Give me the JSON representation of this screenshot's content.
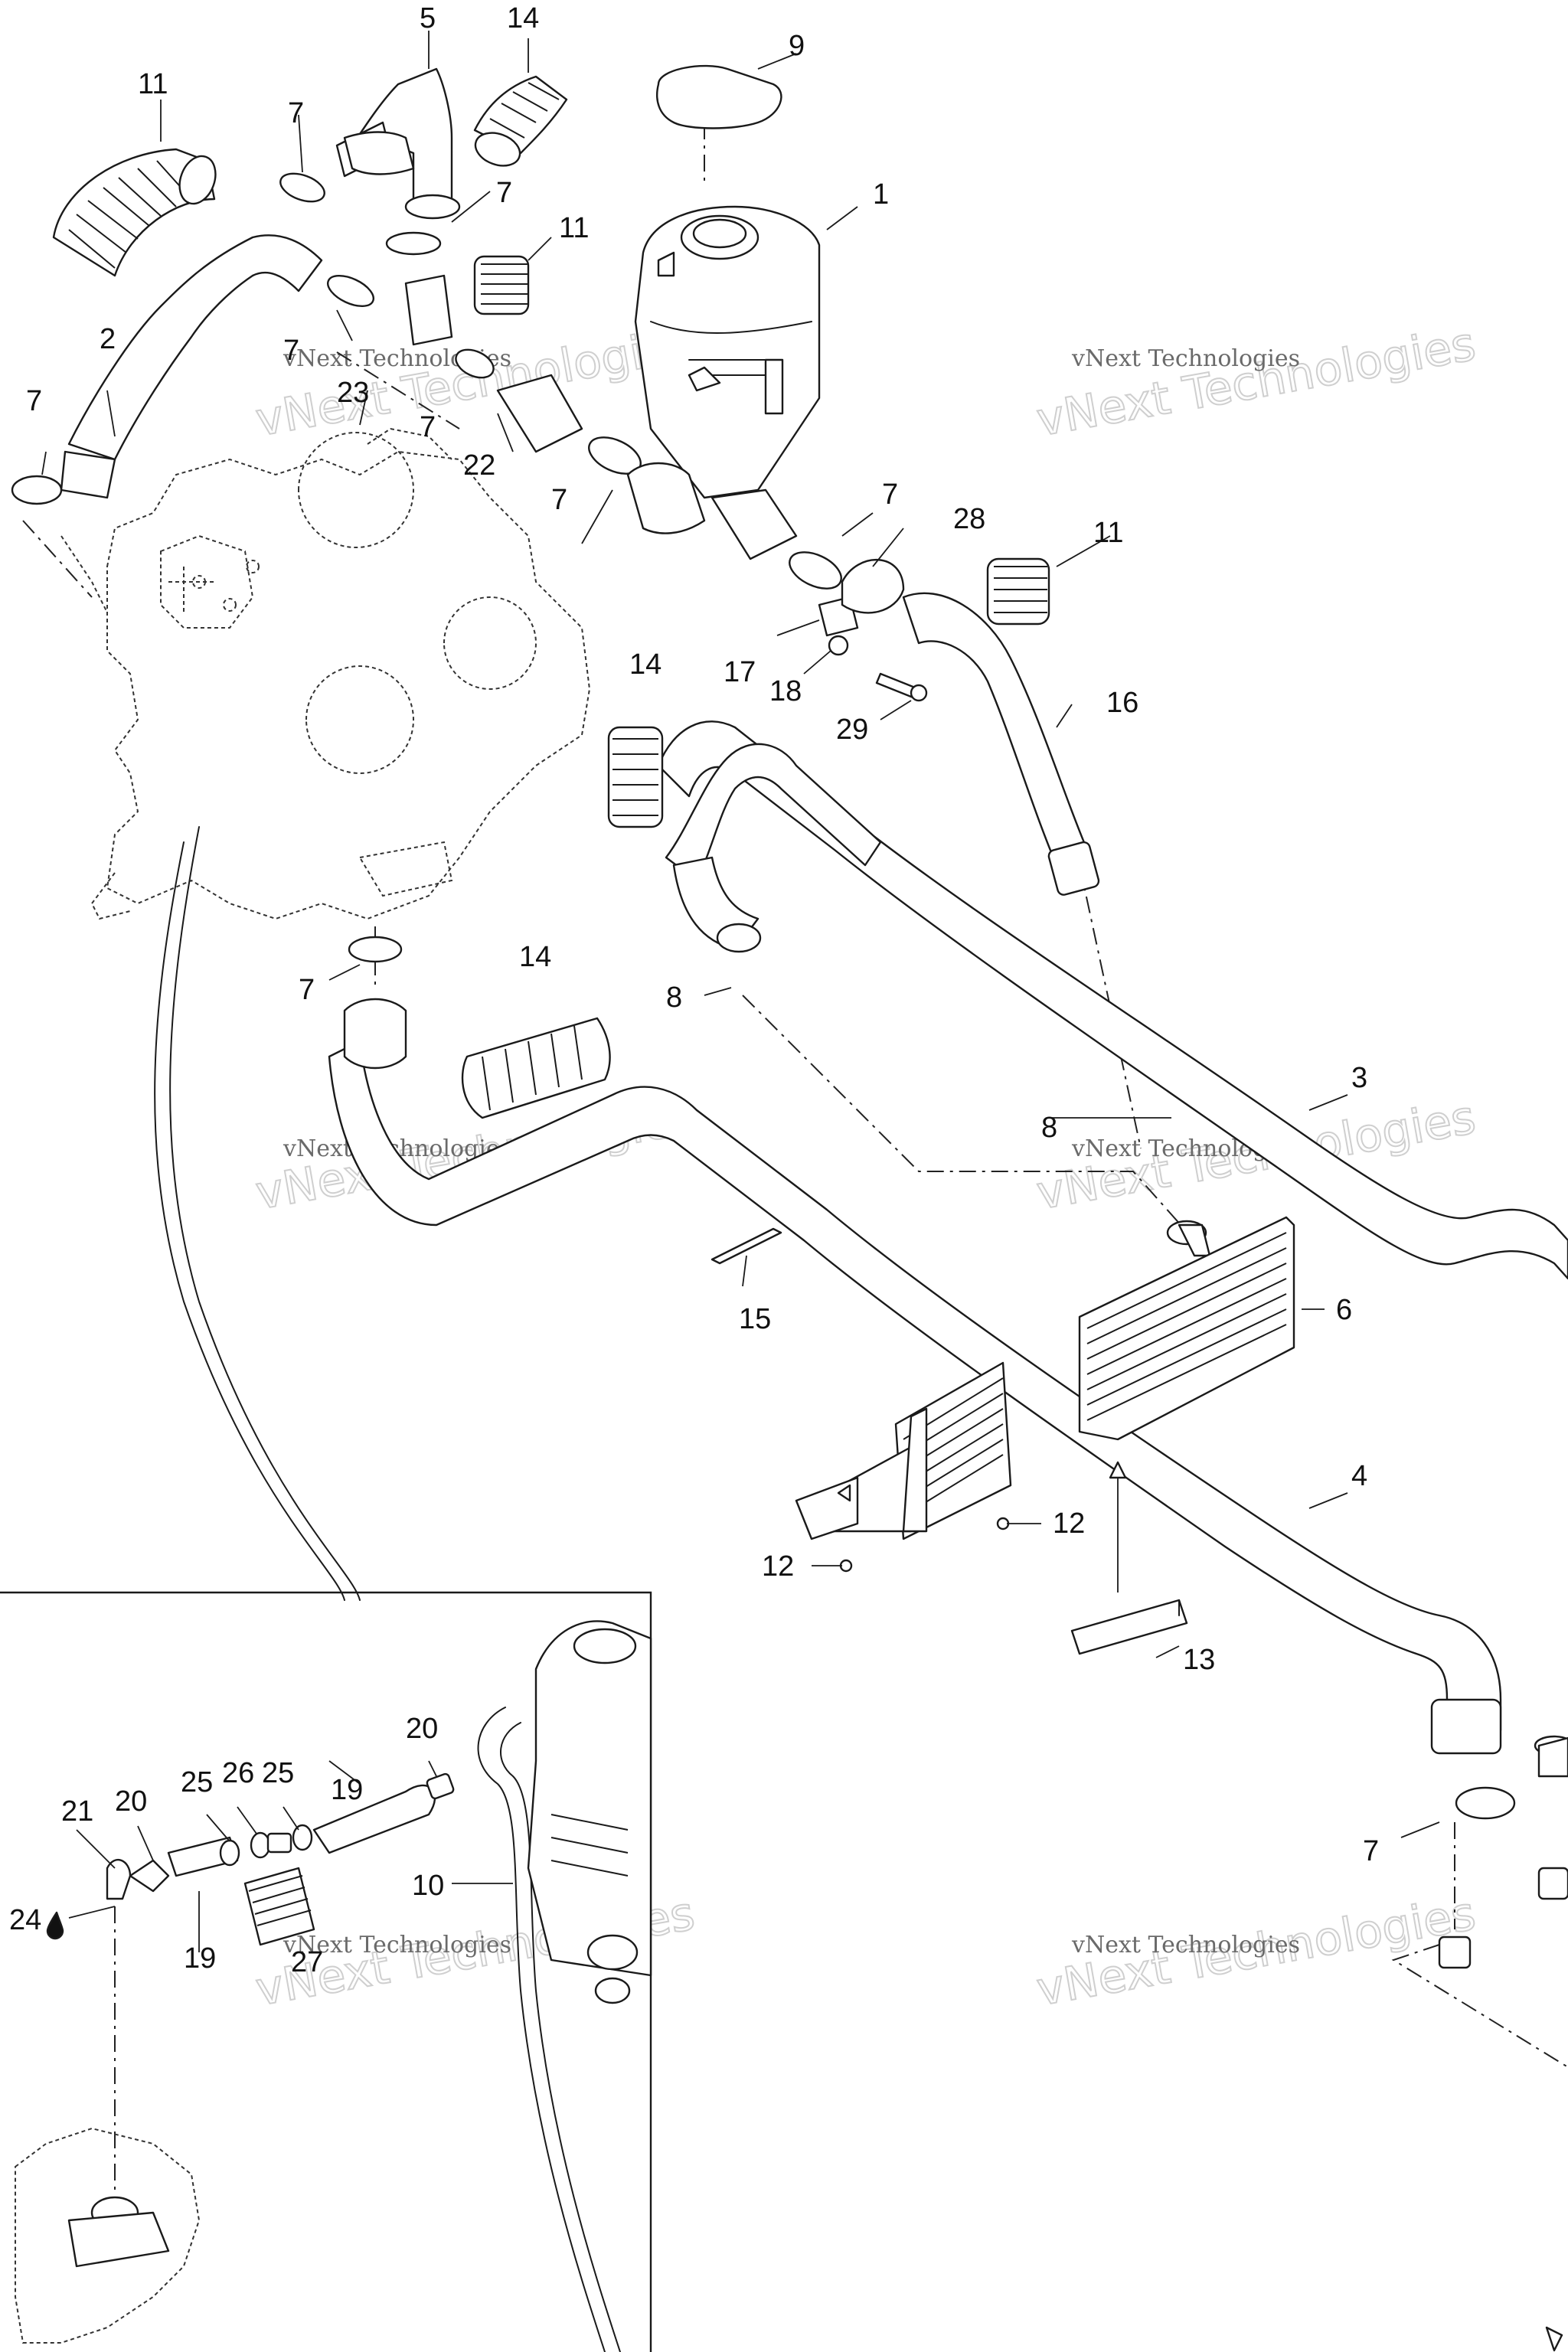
{
  "diagram": {
    "watermark": {
      "line1": "vNext Technologies",
      "line2": "vNext Technologies"
    },
    "callouts": {
      "c1": "1",
      "c2": "2",
      "c3": "3",
      "c4": "4",
      "c5": "5",
      "c6": "6",
      "c7": "7",
      "c8": "8",
      "c9": "9",
      "c10": "10",
      "c11": "11",
      "c12": "12",
      "c13": "13",
      "c14": "14",
      "c15": "15",
      "c16": "16",
      "c17": "17",
      "c18": "18",
      "c19": "19",
      "c20": "20",
      "c21": "21",
      "c22": "22",
      "c23": "23",
      "c24": "24",
      "c25": "25",
      "c26": "26",
      "c27": "27",
      "c28": "28",
      "c29": "29"
    }
  }
}
